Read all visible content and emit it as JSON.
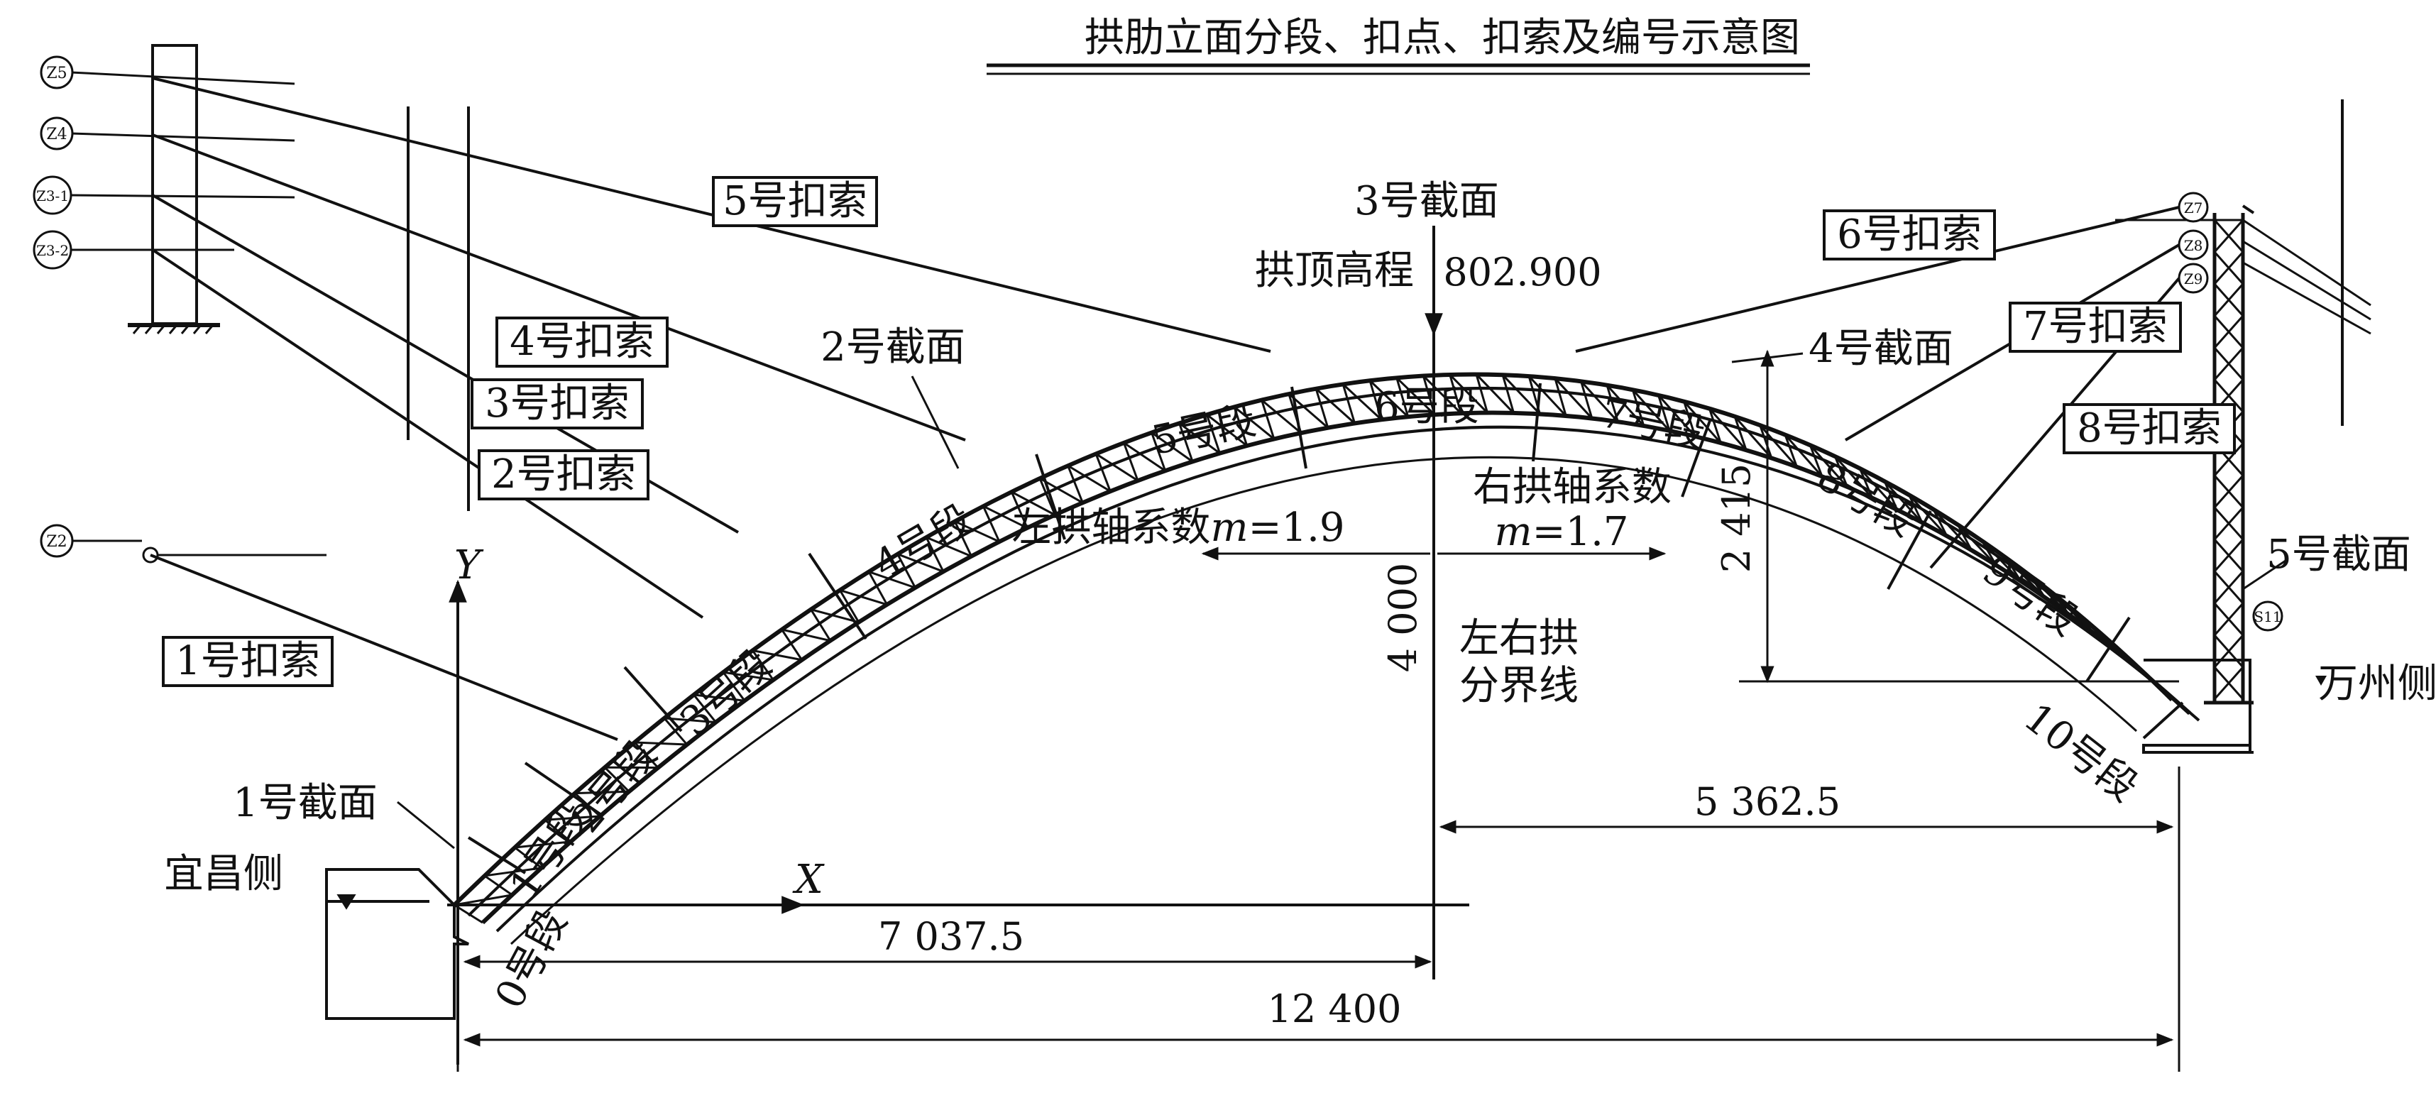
{
  "title": "拱肋立面分段、扣点、扣索及编号示意图",
  "cables": {
    "c5": "5号扣索",
    "c4": "4号扣索",
    "c3": "3号扣索",
    "c2": "2号扣索",
    "c1": "1号扣索",
    "c6": "6号扣索",
    "c7": "7号扣索",
    "c8": "8号扣索"
  },
  "sections": {
    "s1": "1号截面",
    "s2": "2号截面",
    "s3": "3号截面",
    "s4": "4号截面",
    "s5": "5号截面"
  },
  "segments": {
    "seg0": "0号段",
    "seg1": "1号段",
    "seg2": "2号段",
    "seg3": "3号段",
    "seg4": "4号段",
    "seg5": "5号段",
    "seg6": "6号段",
    "seg7": "7号段",
    "seg8": "8号段",
    "seg9": "9号段",
    "seg10": "10号段"
  },
  "crown": {
    "label": "拱顶高程",
    "value": "802.900"
  },
  "left_axis": {
    "label": "左拱轴系数",
    "m": "m",
    "value": "=1.9"
  },
  "right_axis": {
    "label": "右拱轴系数",
    "m": "m",
    "value": "=1.7"
  },
  "divider": {
    "line1": "左右拱",
    "line2": "分界线"
  },
  "sides": {
    "left": "宜昌侧",
    "right": "万州侧"
  },
  "axes": {
    "x": "X",
    "y": "Y"
  },
  "dimensions": {
    "d7037": "7 037.5",
    "d12400": "12 400",
    "d5362": "5 362.5",
    "d4000": "4 000",
    "d2415": "2 415"
  },
  "tower_points": {
    "z5": "Z5",
    "z4": "Z4",
    "z3_1": "Z3-1",
    "z3_2": "Z3-2",
    "z2": "Z2",
    "z7": "Z7",
    "z8": "Z8",
    "z9": "Z9",
    "s11": "S11"
  }
}
